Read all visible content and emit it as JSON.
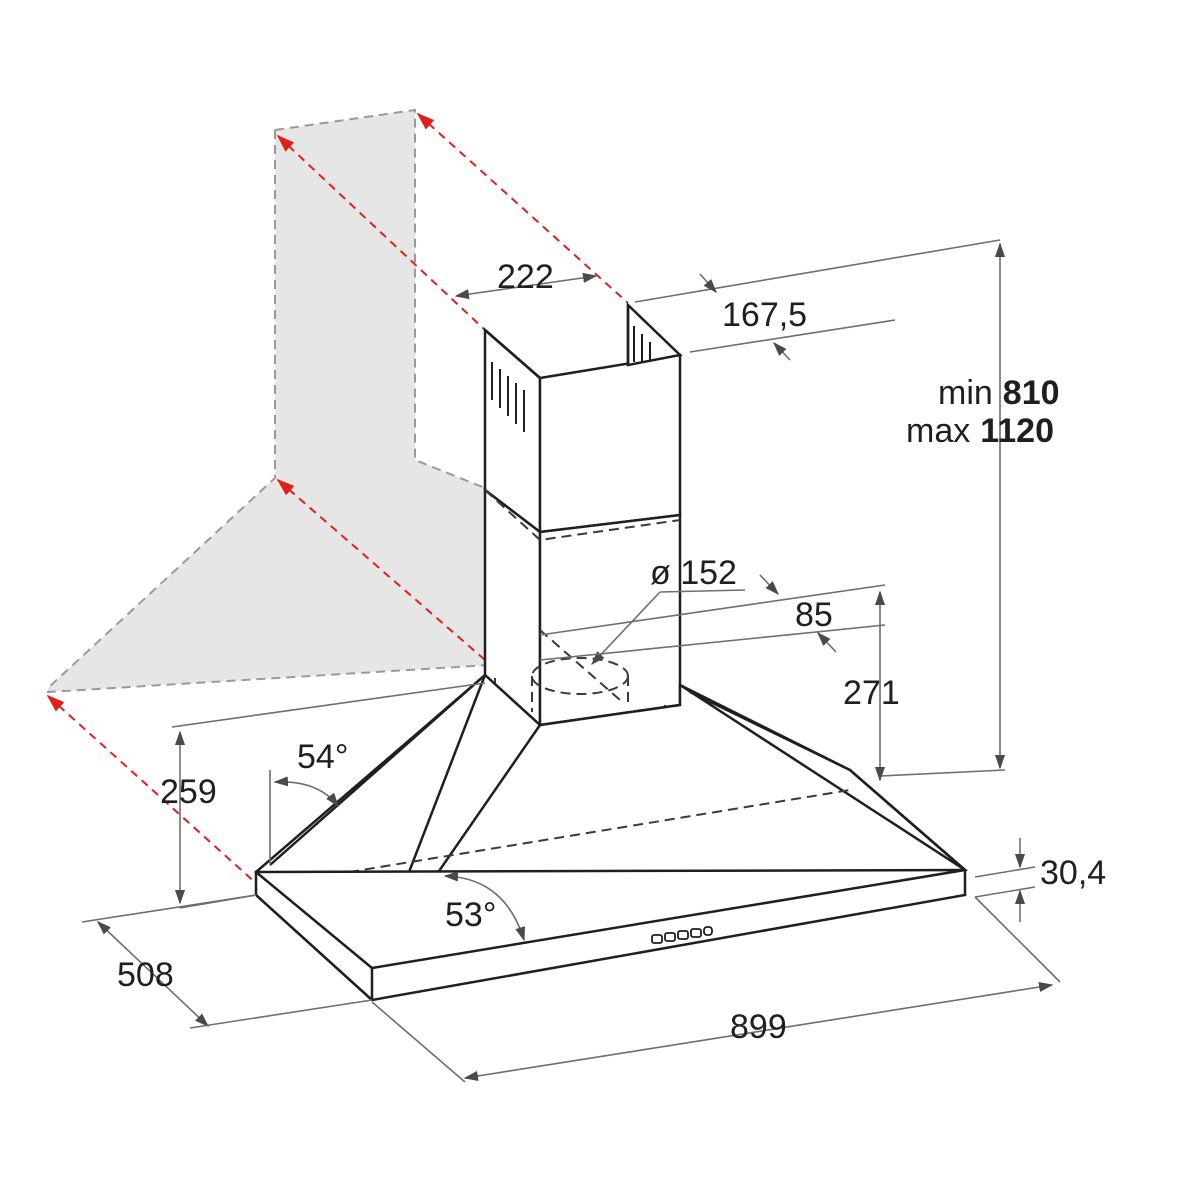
{
  "dimensions": {
    "chimney_width": "222",
    "chimney_depth": "167,5",
    "height_min_label": "min",
    "height_min_value": "810",
    "height_max_label": "max",
    "height_max_value": "1120",
    "duct_diameter": "ø 152",
    "duct_offset": "85",
    "hood_body_height": "271",
    "canopy_height": "259",
    "side_angle": "54°",
    "front_angle": "53°",
    "base_thickness": "30,4",
    "hood_depth": "508",
    "hood_width": "899"
  },
  "colors": {
    "line": "#1f1f1f",
    "dim_line": "#6e6e6e",
    "wall_fill": "#e6e6e6",
    "wall_edge": "#9a9a9a",
    "red_guide": "#e0201b"
  }
}
